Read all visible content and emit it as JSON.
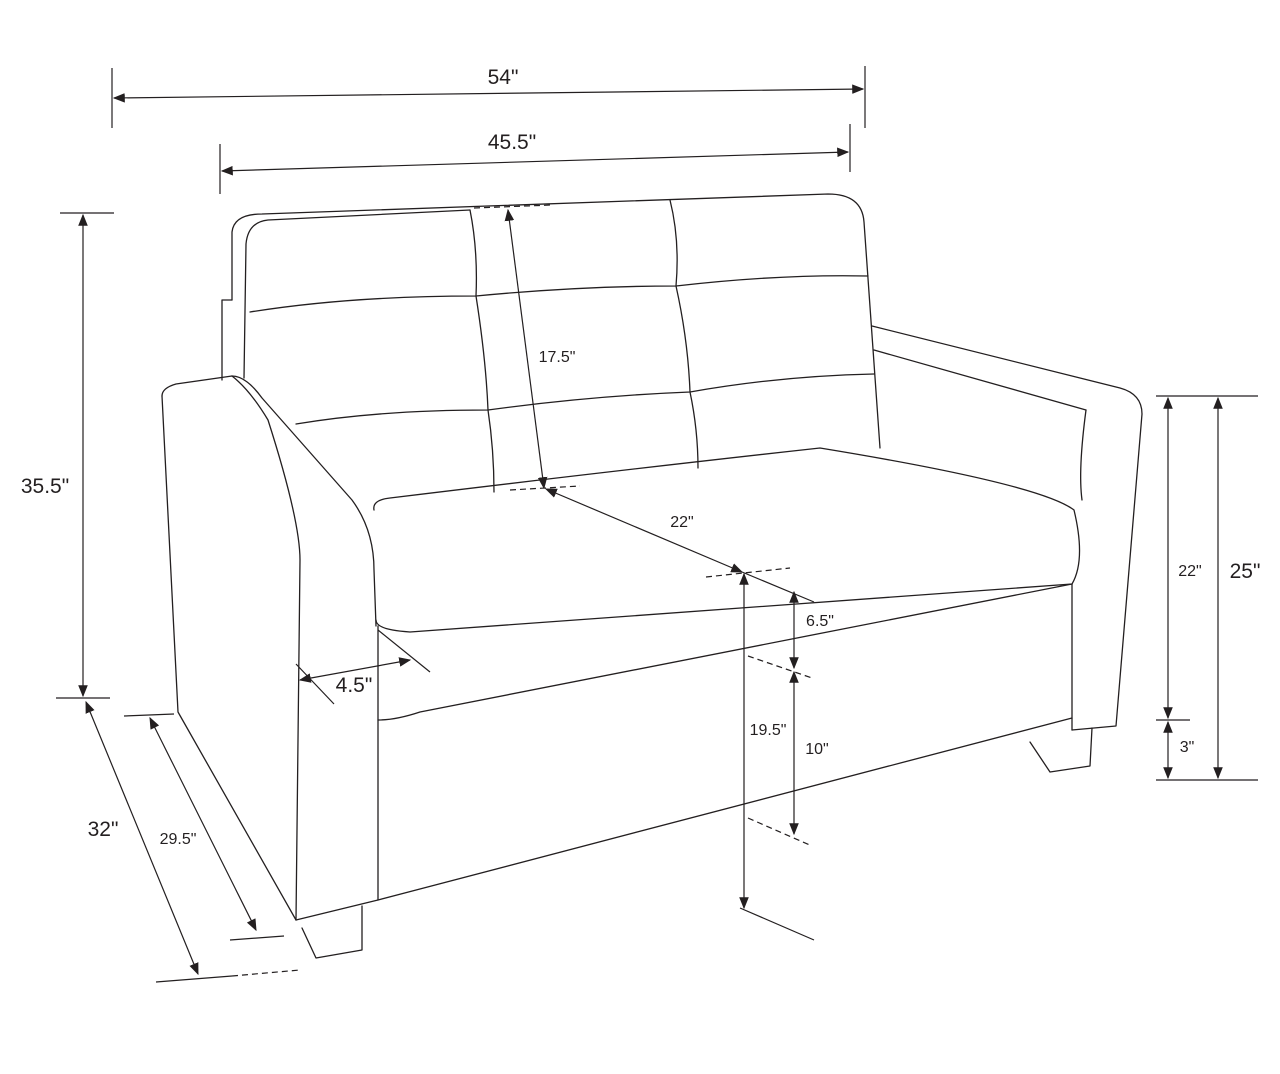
{
  "dimensions": {
    "overall_width": "54\"",
    "back_width": "45.5\"",
    "overall_height": "35.5\"",
    "back_height": "17.5\"",
    "seat_depth": "22\"",
    "seat_cushion_height": "6.5\"",
    "arm_width": "4.5\"",
    "seat_height": "19.5\"",
    "base_height": "10\"",
    "arm_height_from_leg": "22\"",
    "arm_height": "25\"",
    "leg_height": "3\"",
    "overall_depth": "32\"",
    "inner_depth": "29.5\""
  }
}
